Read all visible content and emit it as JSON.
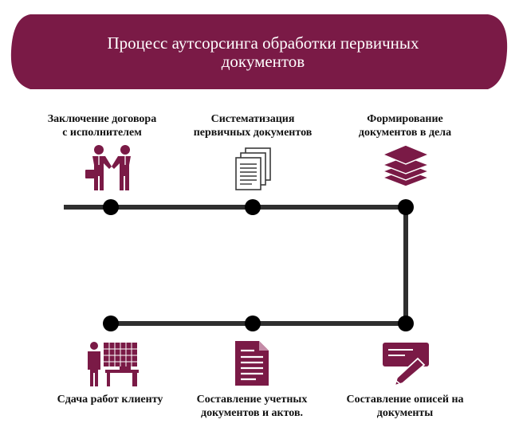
{
  "title": {
    "line1": "Процесс аутсорсинга обработки первичных",
    "line2": "документов"
  },
  "colors": {
    "banner": "#7a1a46",
    "icon": "#7a1a46",
    "line": "#2f2f2f",
    "node": "#000000"
  },
  "steps": [
    {
      "line1": "Заключение договора",
      "line2": "с исполнителем",
      "icon": "handshake-icon"
    },
    {
      "line1": "Систематизация",
      "line2": "первичных документов",
      "icon": "document-stack-icon"
    },
    {
      "line1": "Формирование",
      "line2": "документов в дела",
      "icon": "layers-icon"
    },
    {
      "line1": "Составление описей на",
      "line2": "документы",
      "icon": "signing-icon"
    },
    {
      "line1": "Составление учетных",
      "line2": "документов и актов.",
      "icon": "document-icon"
    },
    {
      "line1": "Сдача работ клиенту",
      "line2": "",
      "icon": "office-worker-icon"
    }
  ]
}
